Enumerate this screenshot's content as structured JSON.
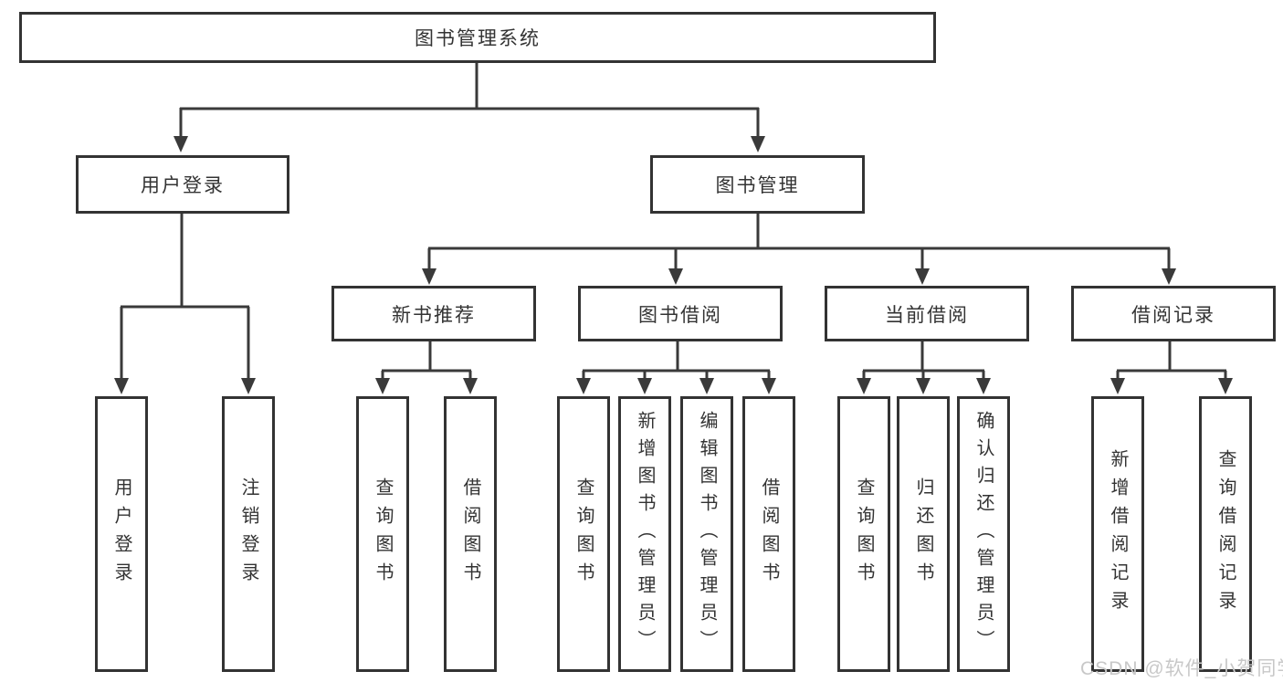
{
  "diagram": {
    "root": {
      "label": "图书管理系统"
    },
    "branches": [
      {
        "label": "用户登录",
        "children": [
          {
            "label": "用户登录"
          },
          {
            "label": "注销登录"
          }
        ]
      },
      {
        "label": "图书管理",
        "children": [
          {
            "label": "新书推荐",
            "children": [
              {
                "label": "查询图书"
              },
              {
                "label": "借阅图书"
              }
            ]
          },
          {
            "label": "图书借阅",
            "children": [
              {
                "label": "查询图书"
              },
              {
                "label": "新增图书（管理员）"
              },
              {
                "label": "编辑图书（管理员）"
              },
              {
                "label": "借阅图书"
              }
            ]
          },
          {
            "label": "当前借阅",
            "children": [
              {
                "label": "查询图书"
              },
              {
                "label": "归还图书"
              },
              {
                "label": "确认归还（管理员）"
              }
            ]
          },
          {
            "label": "借阅记录",
            "children": [
              {
                "label": "新增借阅记录"
              },
              {
                "label": "查询借阅记录"
              }
            ]
          }
        ]
      }
    ]
  },
  "watermark": {
    "text": "CSDN @软件_小贺同学"
  },
  "colors": {
    "line": "#3a3a3a",
    "box_border": "#333333",
    "text": "#333333",
    "background": "#ffffff",
    "watermark": "#c8c8c8"
  }
}
